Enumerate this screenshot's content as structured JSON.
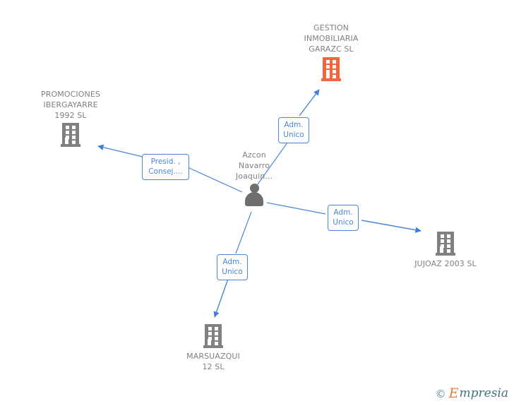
{
  "diagram": {
    "title": "Corporate relationship network",
    "background_color": "#ffffff",
    "edge_color": "#4a86d8",
    "company_color": "#808080",
    "focus_company_color": "#F4663A",
    "person_color": "#6e6e6e"
  },
  "nodes": {
    "focus_company": {
      "label": "GESTION\nINMOBILIARIA\nGARAZC SL",
      "icon": "building-icon",
      "type": "company",
      "highlight": true
    },
    "person": {
      "label": "Azcon\nNavarro\nJoaquin...",
      "icon": "person-icon",
      "type": "person"
    },
    "company_promociones": {
      "label": "PROMOCIONES\nIBERGAYARRE\n1992 SL",
      "icon": "building-icon",
      "type": "company"
    },
    "company_jujoaz": {
      "label": "JUJOAZ 2003 SL",
      "icon": "building-icon",
      "type": "company"
    },
    "company_marsuazqui": {
      "label": "MARSUAZQUI\n12 SL",
      "icon": "building-icon",
      "type": "company"
    }
  },
  "edges": [
    {
      "id": "edge-to-gestion",
      "label": "Adm.\nUnico",
      "from": "person",
      "to": "focus_company"
    },
    {
      "id": "edge-to-promociones",
      "label": "Presid. ,\nConsej....",
      "from": "person",
      "to": "company_promociones"
    },
    {
      "id": "edge-to-jujoaz",
      "label": "Adm.\nUnico",
      "from": "person",
      "to": "company_jujoaz"
    },
    {
      "id": "edge-to-marsuazqui",
      "label": "Adm.\nUnico",
      "from": "person",
      "to": "company_marsuazqui"
    }
  ],
  "watermark": {
    "copyright": "©",
    "brand_initial": "E",
    "brand_rest": "mpresia"
  }
}
